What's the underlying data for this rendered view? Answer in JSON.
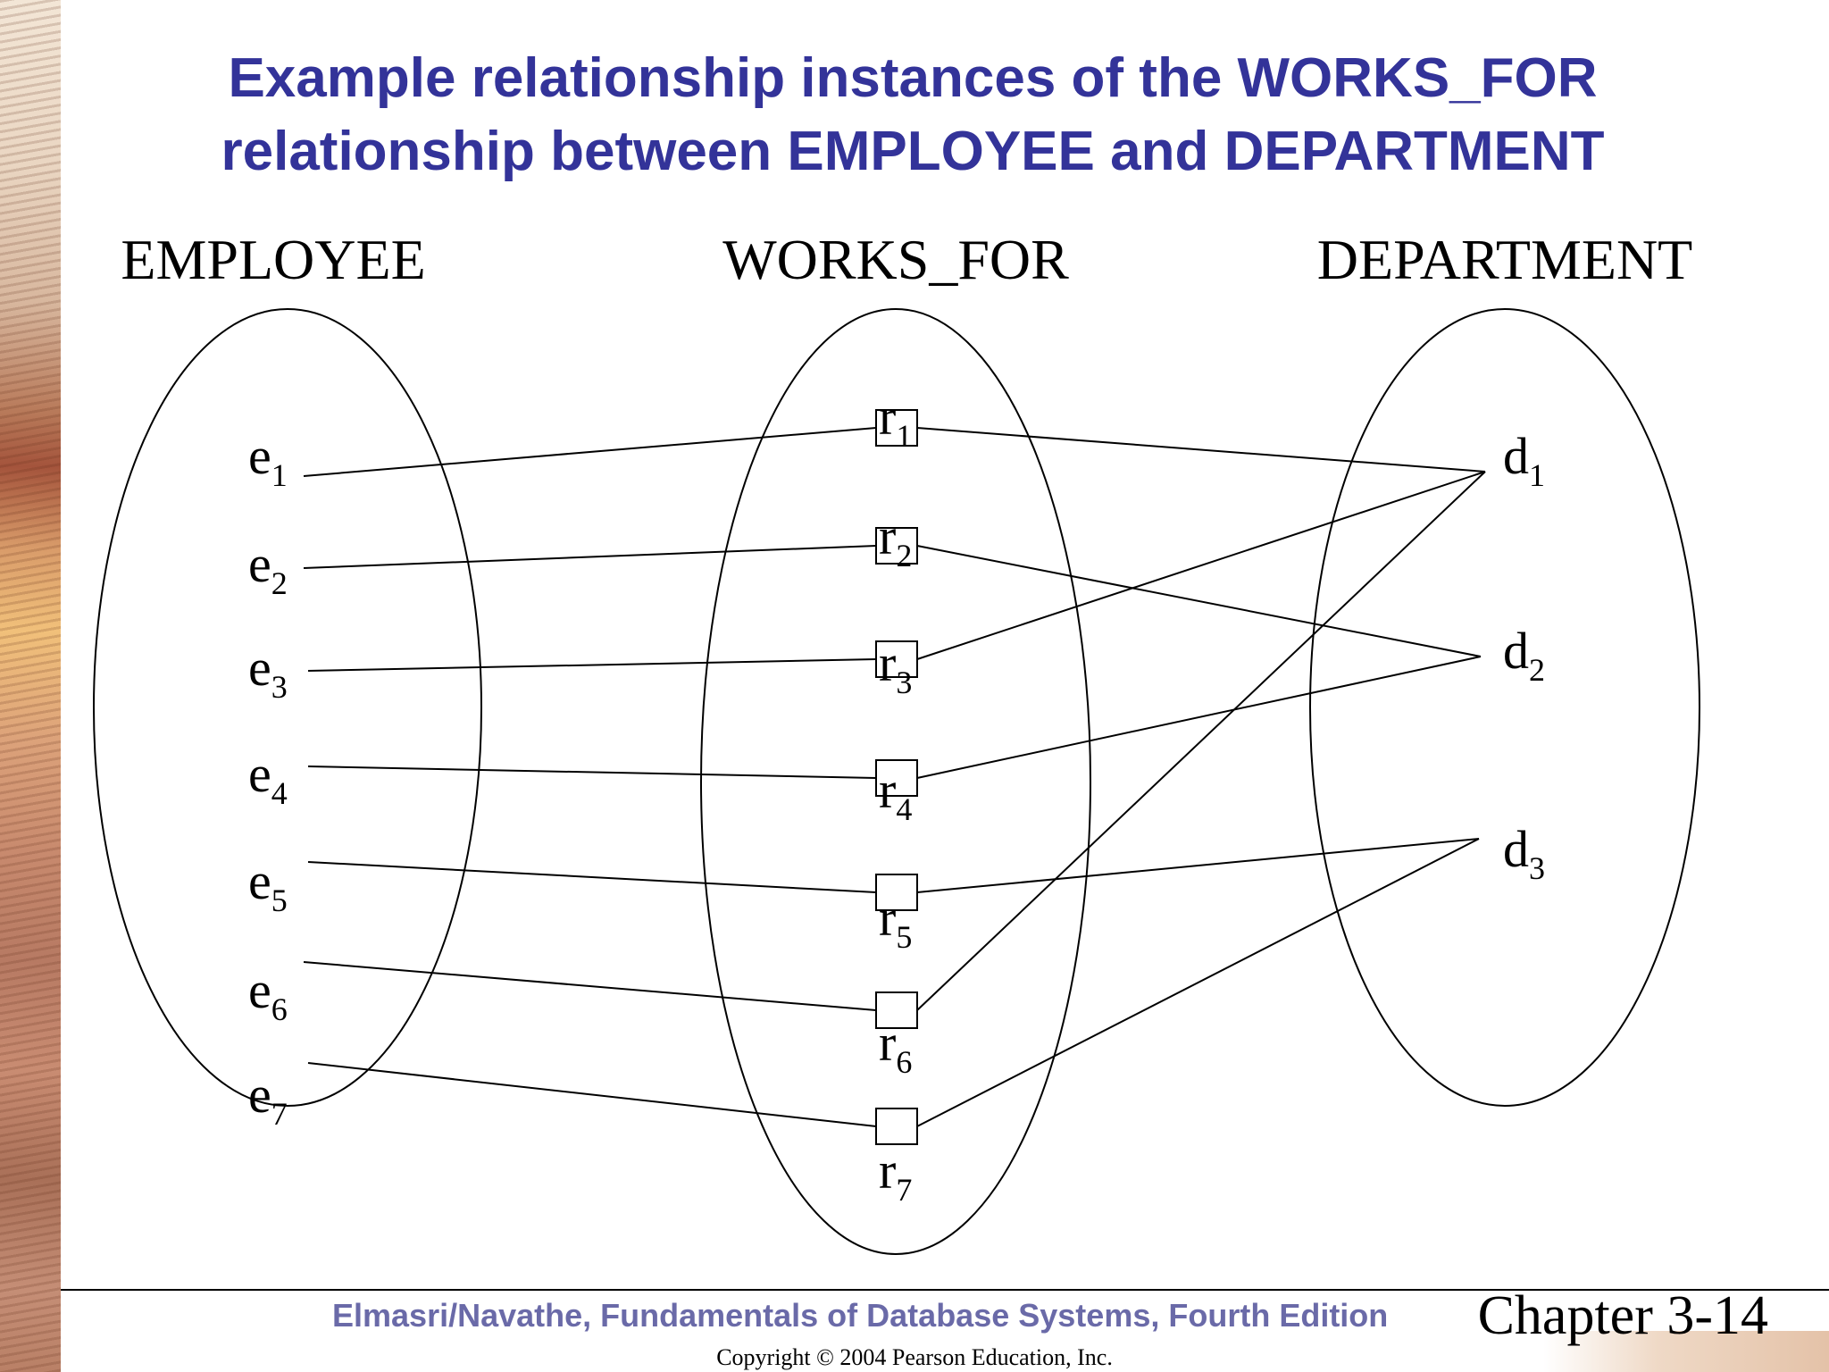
{
  "slide": {
    "title_line1": "Example relationship instances of the WORKS_FOR",
    "title_line2": "relationship between EMPLOYEE and DEPARTMENT",
    "title_color": "#333399"
  },
  "diagram": {
    "sets": {
      "employee": {
        "label": "EMPLOYEE",
        "members": [
          "e1",
          "e2",
          "e3",
          "e4",
          "e5",
          "e6",
          "e7"
        ]
      },
      "works_for": {
        "label": "WORKS_FOR",
        "members": [
          "r1",
          "r2",
          "r3",
          "r4",
          "r5",
          "r6",
          "r7"
        ]
      },
      "department": {
        "label": "DEPARTMENT",
        "members": [
          "d1",
          "d2",
          "d3"
        ]
      }
    },
    "relationship_instances": [
      {
        "rel": "r1",
        "employee": "e1",
        "department": "d1"
      },
      {
        "rel": "r2",
        "employee": "e2",
        "department": "d2"
      },
      {
        "rel": "r3",
        "employee": "e3",
        "department": "d1"
      },
      {
        "rel": "r4",
        "employee": "e4",
        "department": "d2"
      },
      {
        "rel": "r5",
        "employee": "e5",
        "department": "d3"
      },
      {
        "rel": "r6",
        "employee": "e6",
        "department": "d1"
      },
      {
        "rel": "r7",
        "employee": "e7",
        "department": "d3"
      }
    ]
  },
  "footer": {
    "book_title": "Elmasri/Navathe, Fundamentals of Database Systems, Fourth Edition",
    "chapter": "Chapter 3-14",
    "copyright": "Copyright © 2004 Pearson Education, Inc.",
    "book_title_color": "#6a6aa8"
  }
}
